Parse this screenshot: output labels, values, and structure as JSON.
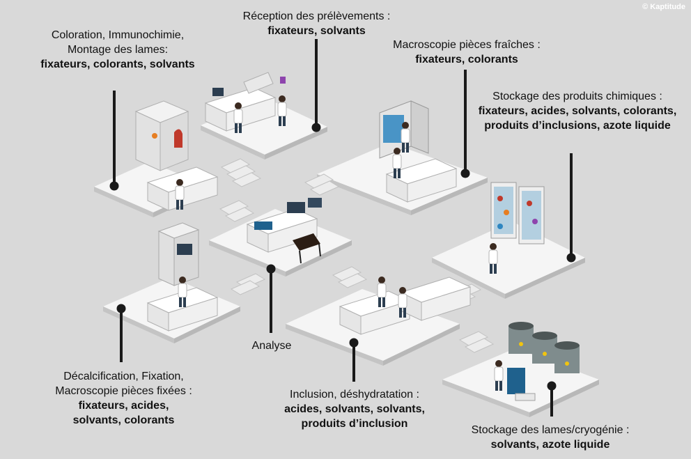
{
  "copyright": "© Kaptitude",
  "colors": {
    "background": "#d9d9d9",
    "platform_top": "#f5f5f5",
    "platform_side": "#c4c4c4",
    "leader_line": "#1a1a1a",
    "accent_red": "#c0392b",
    "accent_blue": "#2e86c1",
    "steel": "#7f8c8d"
  },
  "stations": [
    {
      "id": "coloration",
      "lines": [
        "Coloration, Immunochimie,",
        "Montage des lames:"
      ],
      "bold": "fixateurs, colorants, solvants"
    },
    {
      "id": "reception",
      "lines": [
        "Réception des prélèvements :"
      ],
      "bold": "fixateurs, solvants"
    },
    {
      "id": "macroscopie-fraiches",
      "lines": [
        "Macroscopie pièces fraîches :"
      ],
      "bold": "fixateurs, colorants"
    },
    {
      "id": "stockage-chimiques",
      "lines": [
        "Stockage des produits chimiques :"
      ],
      "bold": "fixateurs, acides, solvants, colorants, produits d’inclusions, azote liquide"
    },
    {
      "id": "analyse",
      "lines": [
        "Analyse"
      ],
      "bold": ""
    },
    {
      "id": "decalcification",
      "lines": [
        "Décalcification, Fixation,",
        "Macroscopie pièces fixées :"
      ],
      "bold": "fixateurs, acides, solvants, colorants"
    },
    {
      "id": "inclusion",
      "lines": [
        "Inclusion, déshydratation :"
      ],
      "bold": "acides, solvants, solvants, produits d’inclusion"
    },
    {
      "id": "stockage-lames",
      "lines": [
        "Stockage des lames/cryogénie :"
      ],
      "bold": "solvants, azote liquide"
    }
  ]
}
